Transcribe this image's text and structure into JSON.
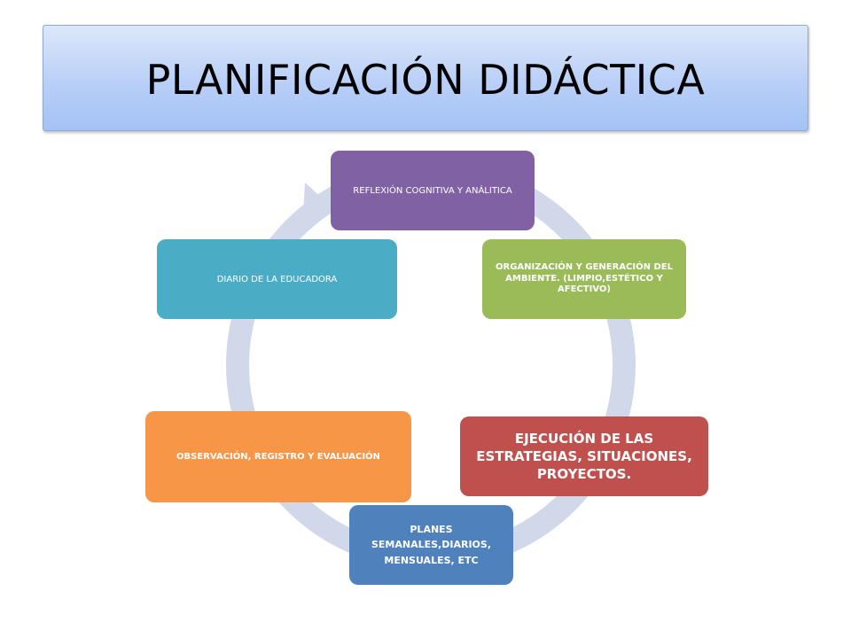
{
  "title": "PLANIFICACIÓN DIDÁCTICA",
  "colors": {
    "cycle_arrow": "#d0d8ea",
    "title_border": "#8fa9d3"
  },
  "nodes": [
    {
      "label": "REFLEXIÓN COGNITIVA Y ANÁLITICA",
      "color": "#8062a4"
    },
    {
      "label": "ORGANIZACIÓN Y GENERACIÓN DEL AMBIENTE. (LIMPIO,ESTÉTICO Y AFECTIVO)",
      "color": "#9bbb59"
    },
    {
      "label": "EJECUCIÓN DE LAS ESTRATEGIAS, SITUACIONES, PROYECTOS.",
      "color": "#c0504d"
    },
    {
      "label": "PLANES SEMANALES,DIARIOS, MENSUALES, ETC",
      "color": "#4f81bd"
    },
    {
      "label": "OBSERVACIÓN, REGISTRO Y EVALUACIÓN",
      "color": "#f79646"
    },
    {
      "label": "DIARIO DE  LA EDUCADORA",
      "color": "#4bacc6"
    }
  ]
}
